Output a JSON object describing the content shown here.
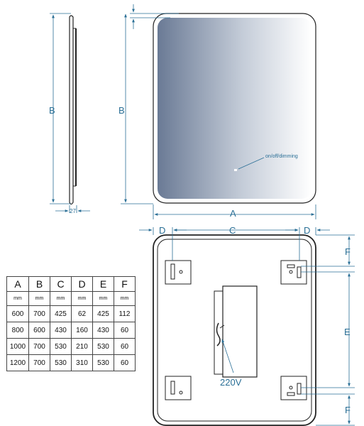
{
  "dimension_labels": {
    "a": "A",
    "b_side": "B",
    "b_front": "B",
    "c": "C",
    "d_left": "D",
    "d_right": "D",
    "e": "E",
    "f_top": "F",
    "f_bottom": "F",
    "depth": "27"
  },
  "annotations": {
    "switch": "on/off/dimming",
    "power": "220V"
  },
  "spec_table": {
    "headers": [
      "A",
      "B",
      "C",
      "D",
      "E",
      "F"
    ],
    "units": [
      "mm",
      "mm",
      "mm",
      "mm",
      "mm",
      "mm"
    ],
    "rows": [
      [
        "600",
        "700",
        "425",
        "62",
        "425",
        "112"
      ],
      [
        "800",
        "600",
        "430",
        "160",
        "430",
        "60"
      ],
      [
        "1000",
        "700",
        "530",
        "210",
        "530",
        "60"
      ],
      [
        "1200",
        "700",
        "530",
        "310",
        "530",
        "60"
      ]
    ]
  },
  "colors": {
    "dimension": "#2a6f96",
    "mirror_dark": "#6a7a95",
    "mirror_light": "#ffffff",
    "outline": "#222222"
  }
}
